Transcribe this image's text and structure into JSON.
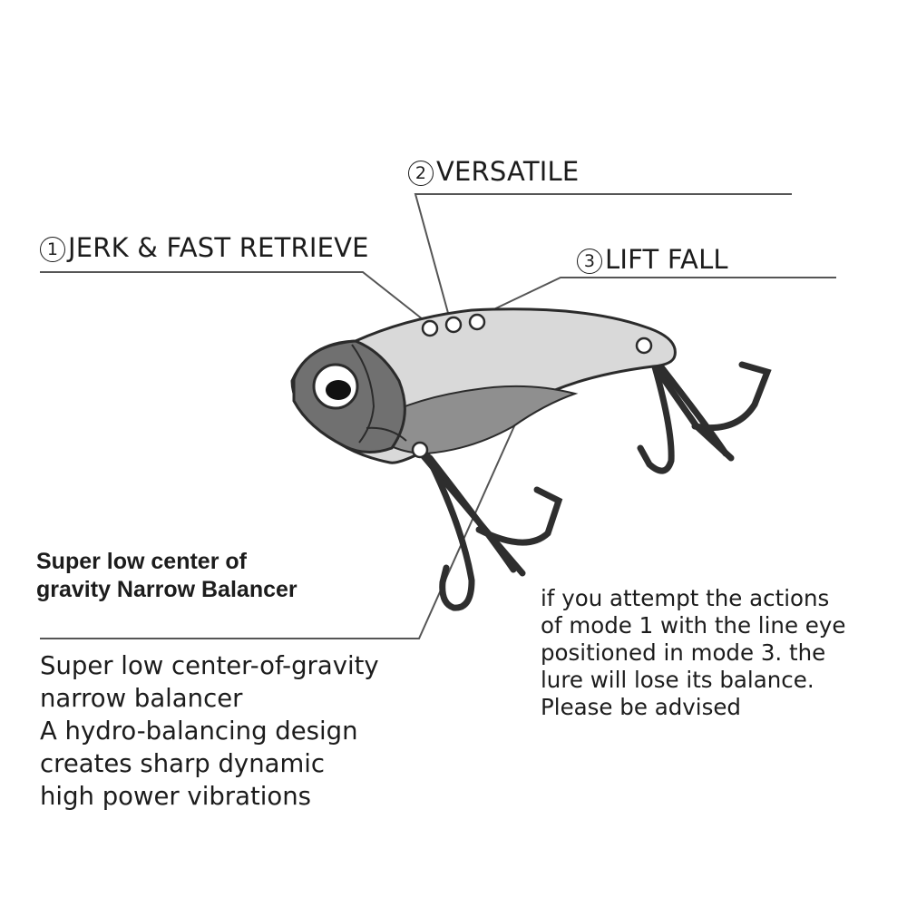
{
  "labels": {
    "mode1": {
      "number": "1",
      "text": "JERK & FAST RETRIEVE"
    },
    "mode2": {
      "number": "2",
      "text": "VERSATILE"
    },
    "mode3": {
      "number": "3",
      "text": "LIFT FALL"
    },
    "balancer_heading": [
      "Super low center of",
      "gravity Narrow Balancer"
    ],
    "balancer_description": [
      "Super low center-of-gravity",
      "narrow balancer",
      "A hydro-balancing design",
      "creates sharp dynamic",
      "high power vibrations"
    ],
    "warning_note": [
      "if you attempt the actions",
      "of mode 1 with the line eye",
      "positioned in mode 3. the",
      "lure will lose its balance.",
      "Please be advised"
    ]
  },
  "colors": {
    "outline": "#2b2b2b",
    "body_fill": "#d9d9d9",
    "belly_fill": "#8f8f8f",
    "head_fill": "#6f6f6f",
    "hook": "#3a3a3a"
  },
  "icons": {
    "line_eye_holes": "three-line-eye-holes",
    "eye": "lure-eye-icon",
    "hooks": "treble-hook-icon"
  }
}
